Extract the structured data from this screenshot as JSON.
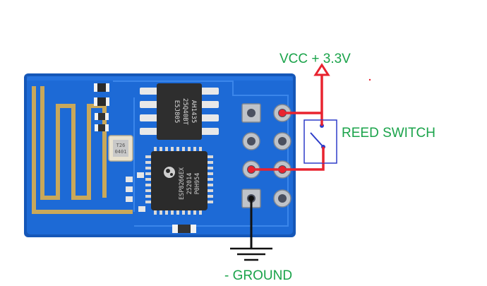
{
  "labels": {
    "vcc": "VCC + 3.3V",
    "reed_switch": "REED SWITCH",
    "ground": "- GROUND"
  },
  "chip_flash": {
    "line1": "AH1435",
    "line2": "25Q40BT",
    "line3": "E5J805"
  },
  "chip_esp": {
    "line1": "ESP8266EX",
    "line2": "252014",
    "line3": "P0H954"
  },
  "crystal": {
    "line1": "T26",
    "line2": "0401"
  },
  "colors": {
    "board": "#1d6ad6",
    "board_edge": "#1557b8",
    "wire": "#e8232f",
    "label": "#1aa34a",
    "ground_wire": "#111111",
    "antenna": "#c9a85a",
    "switch_box": "#2d3cc8"
  }
}
